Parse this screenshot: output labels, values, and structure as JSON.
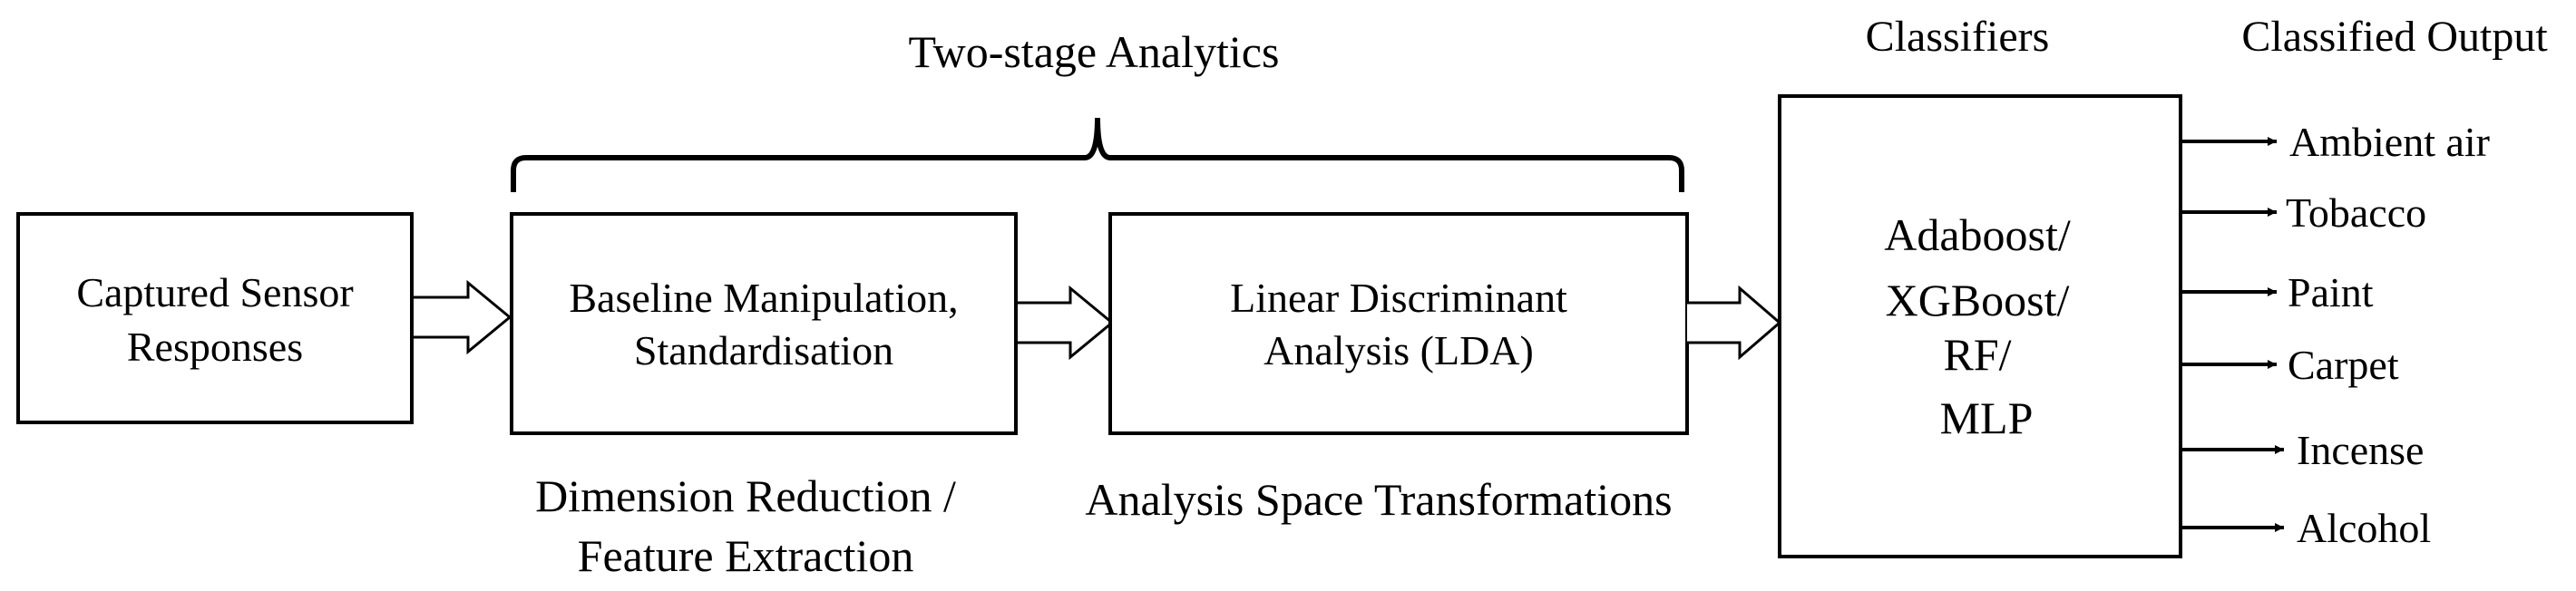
{
  "header": {
    "two_stage": "Two-stage Analytics",
    "classifiers": "Classifiers",
    "classified_output": "Classified Output"
  },
  "boxes": {
    "sensor": [
      "Captured Sensor",
      "Responses"
    ],
    "baseline": [
      "Baseline Manipulation,",
      "Standardisation"
    ],
    "lda": [
      "Linear Discriminant",
      "Analysis (LDA)"
    ],
    "classifier": [
      "Adaboost/",
      "XGBoost/",
      "RF/",
      "MLP"
    ]
  },
  "captions": {
    "dimension": [
      "Dimension Reduction /",
      "Feature Extraction"
    ],
    "analysis": "Analysis Space Transformations"
  },
  "outputs": [
    "Ambient air",
    "Tobacco",
    "Paint",
    "Carpet",
    "Incense",
    "Alcohol"
  ]
}
